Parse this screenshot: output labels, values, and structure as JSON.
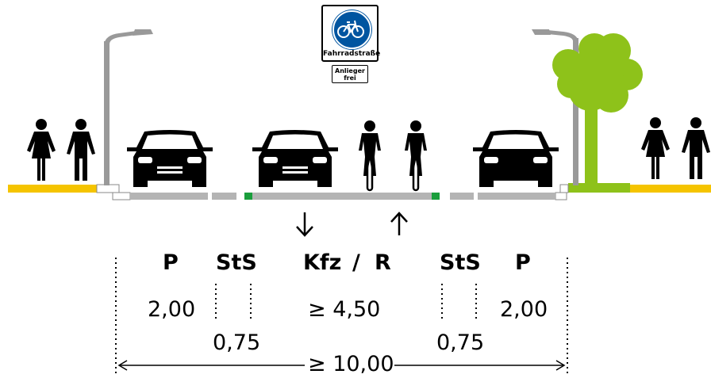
{
  "sign": {
    "main_text": "Fahrradstraße",
    "sub_line1": "Anlieger",
    "sub_line2": "frei",
    "icon": "bicycle-icon",
    "color": "#0055a0"
  },
  "zones": {
    "p_left": "P",
    "sts_left": "StS",
    "kfz": "Kfz",
    "slash": "/",
    "r": "R",
    "sts_right": "StS",
    "p_right": "P"
  },
  "dimensions": {
    "p_left": "2,00",
    "kfz": "≥ 4,50",
    "p_right": "2,00",
    "sts_left": "0,75",
    "sts_right": "0,75",
    "total": "≥ 10,00"
  },
  "colors": {
    "sidewalk": "#f5c400",
    "green_strip": "#8ec21a",
    "road": "#b4b4b4",
    "tree": "#8ec21a",
    "marker": "#1a9e3c"
  }
}
